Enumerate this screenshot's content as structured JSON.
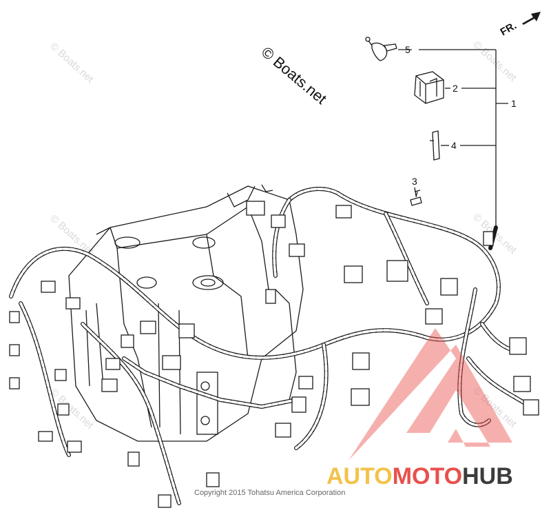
{
  "diagram": {
    "watermark_text": "© Boats.net",
    "source_label": "© Boats.net",
    "direction_label": "FR.",
    "copyright": "Copyright 2015 Tohatsu America Corporation",
    "callouts": [
      {
        "id": "1",
        "label": "1"
      },
      {
        "id": "2",
        "label": "2"
      },
      {
        "id": "3",
        "label": "3"
      },
      {
        "id": "4",
        "label": "4"
      },
      {
        "id": "5",
        "label": "5"
      }
    ]
  },
  "brand_logo": {
    "part1": "AUTO",
    "part2": "MOTO",
    "part3": "HUB",
    "colors": {
      "auto": "#f3c24a",
      "moto": "#e8504c",
      "hub": "#3c3c3c",
      "emblem": "#e8504c"
    }
  }
}
